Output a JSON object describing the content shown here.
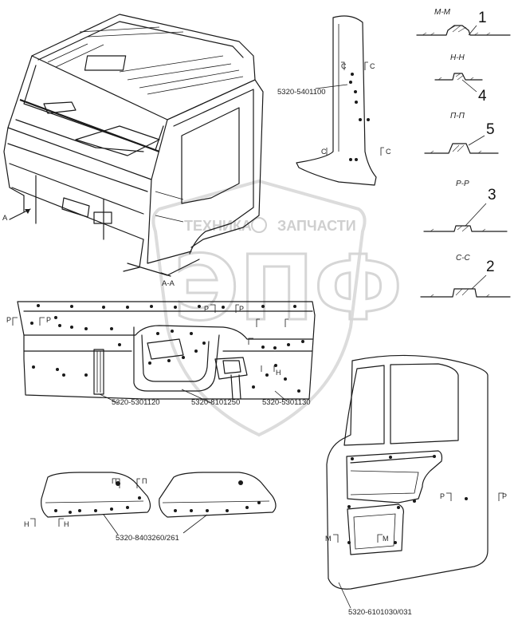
{
  "watermark": {
    "left_text": "ТЕХНИКА",
    "right_text": "ЗАПЧАСТИ",
    "big_text": "ЭПФ"
  },
  "view_labels": {
    "view_a": "A",
    "view_aa": "A-A"
  },
  "part_numbers": {
    "door_pillar": "5320-5401100",
    "floor_left": "5320-5301120",
    "tunnel": "5320-8101250",
    "floor_right": "5320-5301130",
    "side_panels": "5320-8403260/261",
    "door": "5320-6101030/031"
  },
  "sections": [
    {
      "title": "М-М",
      "callout": "1"
    },
    {
      "title": "Н-Н",
      "callout": "4"
    },
    {
      "title": "П-П",
      "callout": "5"
    },
    {
      "title": "Р-Р",
      "callout": "3"
    },
    {
      "title": "С-С",
      "callout": "2"
    }
  ],
  "section_marks": {
    "c": "С",
    "p": "Р",
    "m": "М",
    "n": "Н",
    "pp": "П"
  }
}
